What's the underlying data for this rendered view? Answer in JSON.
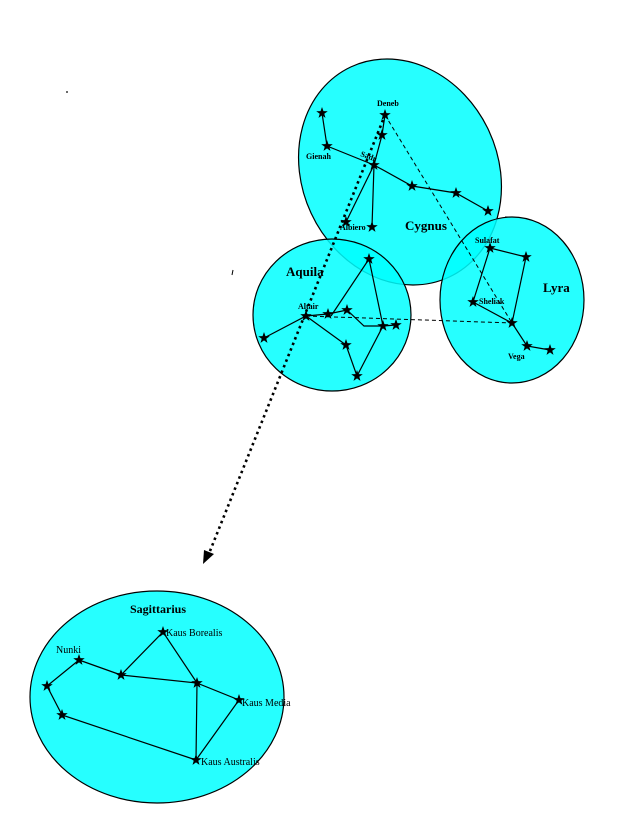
{
  "constellations": {
    "cygnus": "Cygnus",
    "aquila": "Aquila",
    "lyra": "Lyra",
    "sagittarius": "Sagittarius"
  },
  "stars": {
    "deneb": "Deneb",
    "sadr": "Sadr",
    "gienah": "Gienah",
    "albireo": "Albiero",
    "altair": "Altair",
    "sulafat": "Sulafat",
    "sheliak": "Sheliak",
    "vega": "Vega",
    "nunki": "Nunki",
    "kaus_borealis": "Kaus Borealis",
    "kaus_media": "Kaus Media",
    "kaus_australis": "Kaus Australis"
  },
  "colors": {
    "fill": "#00ffff",
    "stroke": "#000000"
  }
}
